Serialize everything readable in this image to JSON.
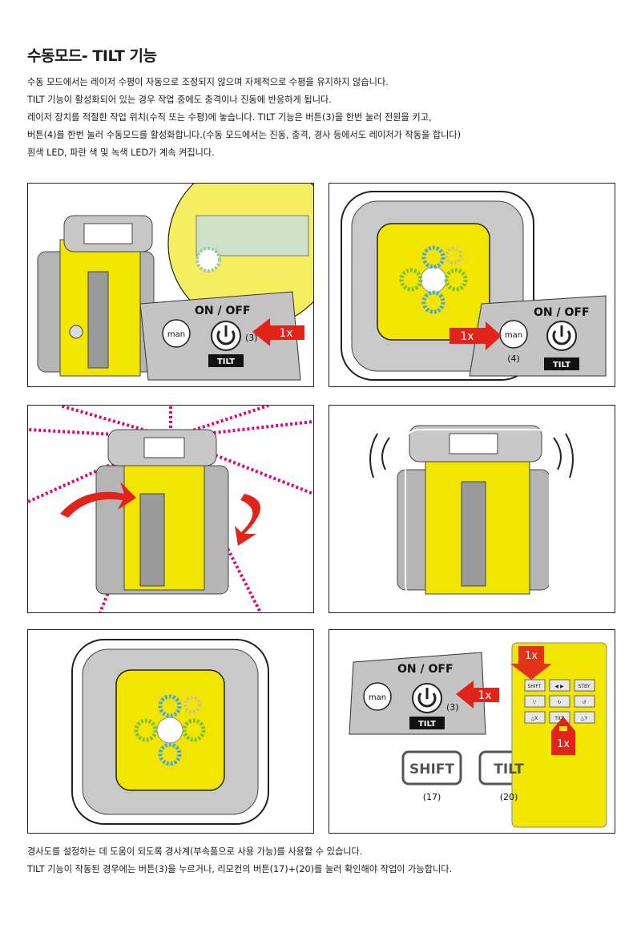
{
  "page": {
    "title": "수동모드- TILT 기능",
    "intro_lines": [
      "수동 모드에서는 레이저 수평이 자동으로 조정되지 않으며 자체적으로 수평을 유지하지 않습니다.",
      "TILT 기능이 활성화되어 있는 경우 작업 중에도 충격이나 진동에 반응하게 됩니다.",
      "레이저 장치를 적절한 작업 위치(수직 또는 수평)에 놓습니다. TILT 기능은 버튼(3)을 한번 눌러 전원을 키고,",
      "버튼(4)를 한번 눌러 수동모드를 활성화합니다.(수동 모드에서는 진동, 충격, 경사 등에서도 레이저가 작동을 합니다)",
      "흰색 LED, 파란 색 및 녹색 LED가 계속 켜집니다."
    ],
    "outro_lines": [
      "경사도를 설정하는 데 도움이 되도록 경사계(부속품으로 사용 가능)를 사용할 수 있습니다.",
      "TILT 기능이 작동된 경우에는 버튼(3)을 누르거나, 리모컨의 버튼(17)+(20)를 눌러 확인해야 작업이 가능합니다."
    ]
  },
  "panel1": {
    "on_off": "ON / OFF",
    "man": "man",
    "tilt": "TILT",
    "ref": "(3)",
    "press": "1x"
  },
  "panel2": {
    "on_off": "ON / OFF",
    "man": "man",
    "tilt": "TILT",
    "ref": "(4)",
    "press": "1x"
  },
  "panel6": {
    "on_off": "ON / OFF",
    "man": "man",
    "tilt": "TILT",
    "ref": "(3)",
    "press_power": "1x",
    "press_shift": "1x",
    "press_tilt": "1x",
    "shift_key": "SHIFT",
    "tilt_key": "TILT",
    "shift_ref": "(17)",
    "tilt_ref": "(20)",
    "remote_keys": [
      "SHIFT",
      "◀ ▶",
      "STBY",
      "▽",
      "↻",
      "↺",
      "△X",
      "TILT",
      "△Y"
    ]
  },
  "colors": {
    "yellow": "#f2e600",
    "magenta": "#e4007f",
    "red": "#e2231a",
    "grey": "#bfbfbf",
    "blue_led": "#4aa8e0",
    "green_led": "#7ac143"
  }
}
